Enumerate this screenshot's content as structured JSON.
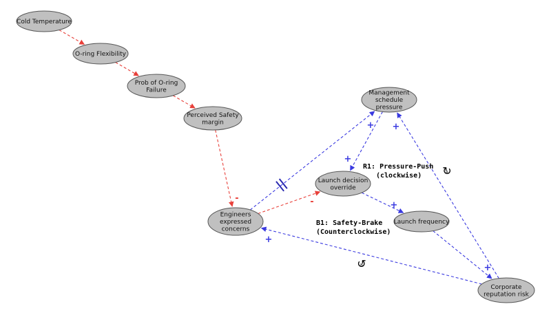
{
  "colors": {
    "node_fill": "#c0c0c0",
    "node_stroke": "#555555",
    "red": "#e8403a",
    "blue": "#3a3ae0",
    "delay_mark": "#2a2ab0"
  },
  "nodes": [
    {
      "id": "cold",
      "lines": [
        "Cold Temperature"
      ]
    },
    {
      "id": "oring",
      "lines": [
        "O-ring Flexibility"
      ]
    },
    {
      "id": "prob",
      "lines": [
        "Prob of O-ring",
        "Failure"
      ]
    },
    {
      "id": "safety",
      "lines": [
        "Perceived Safety",
        "margin"
      ]
    },
    {
      "id": "engineers",
      "lines": [
        "Engineers",
        "expressed",
        "concerns"
      ]
    },
    {
      "id": "launch",
      "lines": [
        "Launch decision",
        "override"
      ]
    },
    {
      "id": "mgmt",
      "lines": [
        "Management",
        "schedule",
        "pressure"
      ]
    },
    {
      "id": "freq",
      "lines": [
        "Launch frequency"
      ]
    },
    {
      "id": "corp",
      "lines": [
        "Corporate",
        "reputation risk"
      ]
    }
  ],
  "edges": [
    {
      "id": "cold-oring",
      "color": "red",
      "sign": ""
    },
    {
      "id": "oring-prob",
      "color": "red",
      "sign": ""
    },
    {
      "id": "prob-safety",
      "color": "red",
      "sign": ""
    },
    {
      "id": "safety-engineers",
      "color": "red",
      "sign": "-"
    },
    {
      "id": "engineers-launch",
      "color": "red",
      "sign": "-"
    },
    {
      "id": "engineers-mgmt",
      "color": "blue",
      "sign": "+",
      "delay": true
    },
    {
      "id": "mgmt-launch",
      "color": "blue",
      "sign": "+"
    },
    {
      "id": "launch-freq",
      "color": "blue",
      "sign": "+"
    },
    {
      "id": "freq-corp",
      "color": "blue",
      "sign": "+"
    },
    {
      "id": "corp-mgmt",
      "color": "blue",
      "sign": "+"
    },
    {
      "id": "corp-engineers",
      "color": "blue",
      "sign": "+"
    }
  ],
  "loops": [
    {
      "id": "r1",
      "lines": [
        "R1: Pressure-Push",
        "(clockwise)"
      ],
      "icon": "↻",
      "icon_name": "clockwise-loop-icon",
      "tag": "R"
    },
    {
      "id": "b1",
      "lines": [
        "B1: Safety-Brake",
        "(Counterclockwise)"
      ],
      "icon": "↺",
      "icon_name": "counterclockwise-loop-icon",
      "tag": "B"
    }
  ]
}
